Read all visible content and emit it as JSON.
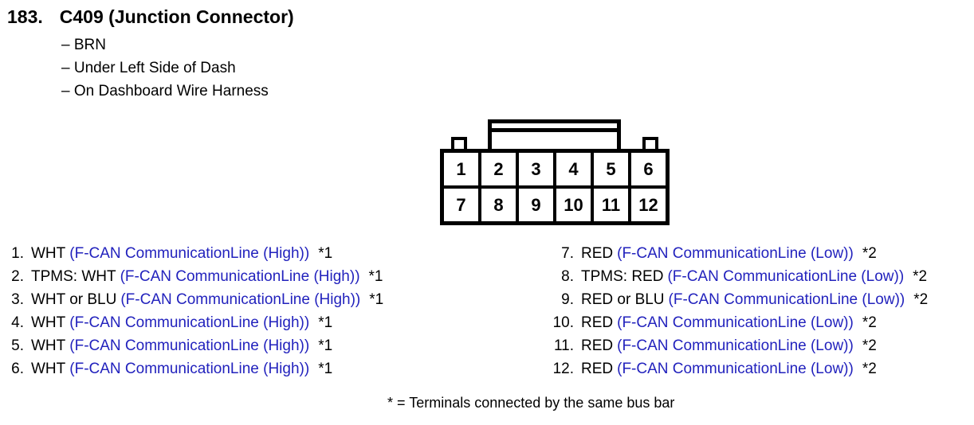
{
  "header": {
    "number": "183.",
    "title": "C409 (Junction Connector)",
    "details": [
      "– BRN",
      "– Under Left Side of Dash",
      "– On Dashboard Wire Harness"
    ]
  },
  "connector": {
    "rows": [
      [
        "1",
        "2",
        "3",
        "4",
        "5",
        "6"
      ],
      [
        "7",
        "8",
        "9",
        "10",
        "11",
        "12"
      ]
    ]
  },
  "pins": {
    "left": [
      {
        "num": "1.",
        "wire": "WHT",
        "signal": "(F-CAN CommunicationLine (High))",
        "note": "*1"
      },
      {
        "num": "2.",
        "wire": "TPMS: WHT",
        "signal": "(F-CAN CommunicationLine (High))",
        "note": "*1"
      },
      {
        "num": "3.",
        "wire": "WHT or BLU",
        "signal": "(F-CAN CommunicationLine (High))",
        "note": "*1"
      },
      {
        "num": "4.",
        "wire": "WHT",
        "signal": "(F-CAN CommunicationLine (High))",
        "note": "*1"
      },
      {
        "num": "5.",
        "wire": "WHT",
        "signal": "(F-CAN CommunicationLine (High))",
        "note": "*1"
      },
      {
        "num": "6.",
        "wire": "WHT",
        "signal": "(F-CAN CommunicationLine (High))",
        "note": "*1"
      }
    ],
    "right": [
      {
        "num": "7.",
        "wire": "RED",
        "signal": "(F-CAN CommunicationLine (Low))",
        "note": "*2"
      },
      {
        "num": "8.",
        "wire": "TPMS: RED",
        "signal": "(F-CAN CommunicationLine (Low))",
        "note": "*2"
      },
      {
        "num": "9.",
        "wire": "RED or BLU",
        "signal": "(F-CAN CommunicationLine (Low))",
        "note": "*2"
      },
      {
        "num": "10.",
        "wire": "RED",
        "signal": "(F-CAN CommunicationLine (Low))",
        "note": "*2"
      },
      {
        "num": "11.",
        "wire": "RED",
        "signal": "(F-CAN CommunicationLine (Low))",
        "note": "*2"
      },
      {
        "num": "12.",
        "wire": "RED",
        "signal": "(F-CAN CommunicationLine (Low))",
        "note": "*2"
      }
    ]
  },
  "footnote": "* = Terminals connected by the same bus bar",
  "colors": {
    "signal_blue": "#2222bd",
    "text": "#000000",
    "background": "#ffffff"
  }
}
